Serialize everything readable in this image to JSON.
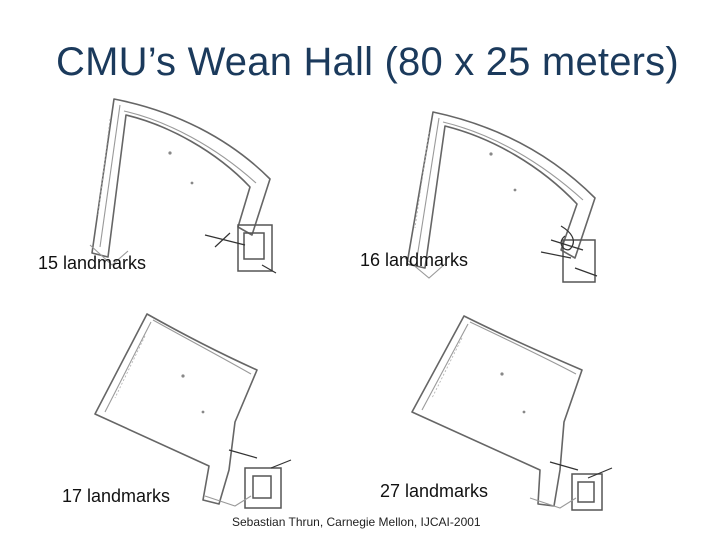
{
  "slide": {
    "title": "CMU’s Wean Hall (80 x 25 meters)",
    "footer": "Sebastian Thrun, Carnegie Mellon, IJCAI-2001"
  },
  "maps": [
    {
      "caption": "15 landmarks"
    },
    {
      "caption": "16 landmarks"
    },
    {
      "caption": "17 landmarks"
    },
    {
      "caption": "27 landmarks"
    }
  ],
  "colors": {
    "title": "#1b3a5c",
    "map_stroke": "#666666"
  }
}
